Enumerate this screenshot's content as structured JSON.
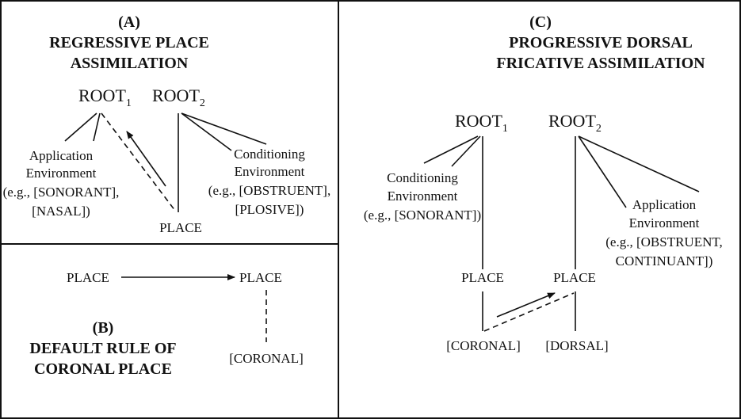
{
  "panel_a": {
    "letter": "(A)",
    "title_line1": "REGRESSIVE PLACE",
    "title_line2": "ASSIMILATION",
    "root1": "ROOT",
    "root1_sub": "1",
    "root2": "ROOT",
    "root2_sub": "2",
    "application_line1": "Application",
    "application_line2": "Environment",
    "application_line3": "(e.g., [SONORANT],",
    "application_line4": "[NASAL])",
    "conditioning_line1": "Conditioning",
    "conditioning_line2": "Environment",
    "conditioning_line3": "(e.g., [OBSTRUENT],",
    "conditioning_line4": "[PLOSIVE])",
    "place": "PLACE"
  },
  "panel_b": {
    "place_left": "PLACE",
    "place_right": "PLACE",
    "coronal": "[CORONAL]",
    "letter": "(B)",
    "title_line1": "DEFAULT RULE OF",
    "title_line2": "CORONAL PLACE"
  },
  "panel_c": {
    "letter": "(C)",
    "title_line1": "PROGRESSIVE DORSAL",
    "title_line2": "FRICATIVE ASSIMILATION",
    "root1": "ROOT",
    "root1_sub": "1",
    "root2": "ROOT",
    "root2_sub": "2",
    "conditioning_line1": "Conditioning",
    "conditioning_line2": "Environment",
    "conditioning_line3": "(e.g., [SONORANT])",
    "application_line1": "Application",
    "application_line2": "Environment",
    "application_line3": "(e.g., [OBSTRUENT,",
    "application_line4": "CONTINUANT])",
    "place_left": "PLACE",
    "place_right": "PLACE",
    "coronal": "[CORONAL]",
    "dorsal": "[DORSAL]"
  }
}
